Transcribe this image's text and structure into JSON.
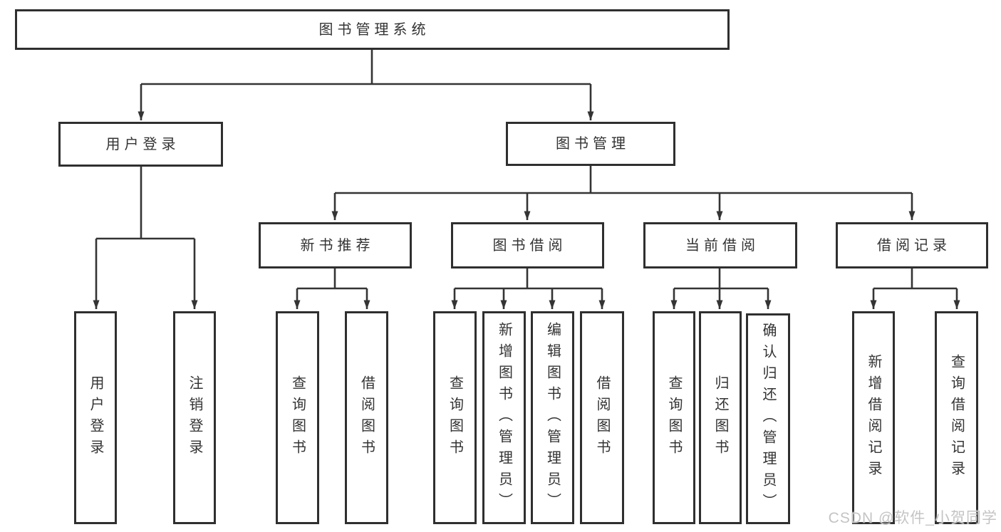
{
  "diagram_title": "图书管理系统",
  "watermark": "CSDN @软件_小贺同学",
  "colors": {
    "line": "#343434",
    "box_border": "#2f2f2f",
    "box_fill": "#ffffff",
    "text": "#333333",
    "watermark": "#c4c4c4"
  },
  "tree": {
    "label": "图书管理系统",
    "children": [
      {
        "label": "用户登录",
        "children": [
          {
            "label": "用户登录"
          },
          {
            "label": "注销登录"
          }
        ]
      },
      {
        "label": "图书管理",
        "children": [
          {
            "label": "新书推荐",
            "children": [
              {
                "label": "查询图书"
              },
              {
                "label": "借阅图书"
              }
            ]
          },
          {
            "label": "图书借阅",
            "children": [
              {
                "label": "查询图书"
              },
              {
                "label": "新增图书（管理员）"
              },
              {
                "label": "编辑图书（管理员）"
              },
              {
                "label": "借阅图书"
              }
            ]
          },
          {
            "label": "当前借阅",
            "children": [
              {
                "label": "查询图书"
              },
              {
                "label": "归还图书"
              },
              {
                "label": "确认归还（管理员）"
              }
            ]
          },
          {
            "label": "借阅记录",
            "children": [
              {
                "label": "新增借阅记录"
              },
              {
                "label": "查询借阅记录"
              }
            ]
          }
        ]
      }
    ]
  }
}
